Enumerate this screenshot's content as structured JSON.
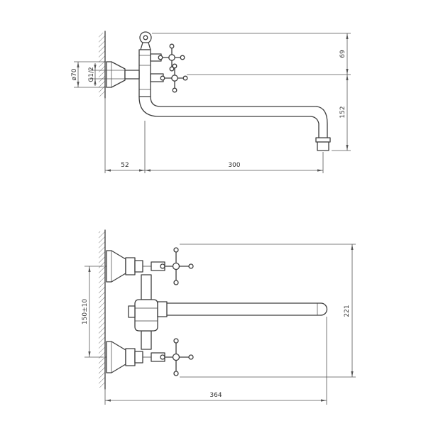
{
  "drawing": {
    "type": "faucet-dimensional-technical-drawing",
    "colors": {
      "line": "#3d3d3d",
      "dimension": "#555555",
      "text": "#333333",
      "background": "#ffffff"
    },
    "views": {
      "side": {
        "dims": {
          "flange_diameter": "ø70",
          "thread_size": "G1/2",
          "upper_height": "69",
          "lower_height": "152",
          "wall_offset": "52",
          "spout_reach": "300"
        }
      },
      "front": {
        "dims": {
          "inlet_centers": "150±10",
          "overall_height": "221",
          "overall_width": "364"
        }
      }
    }
  }
}
